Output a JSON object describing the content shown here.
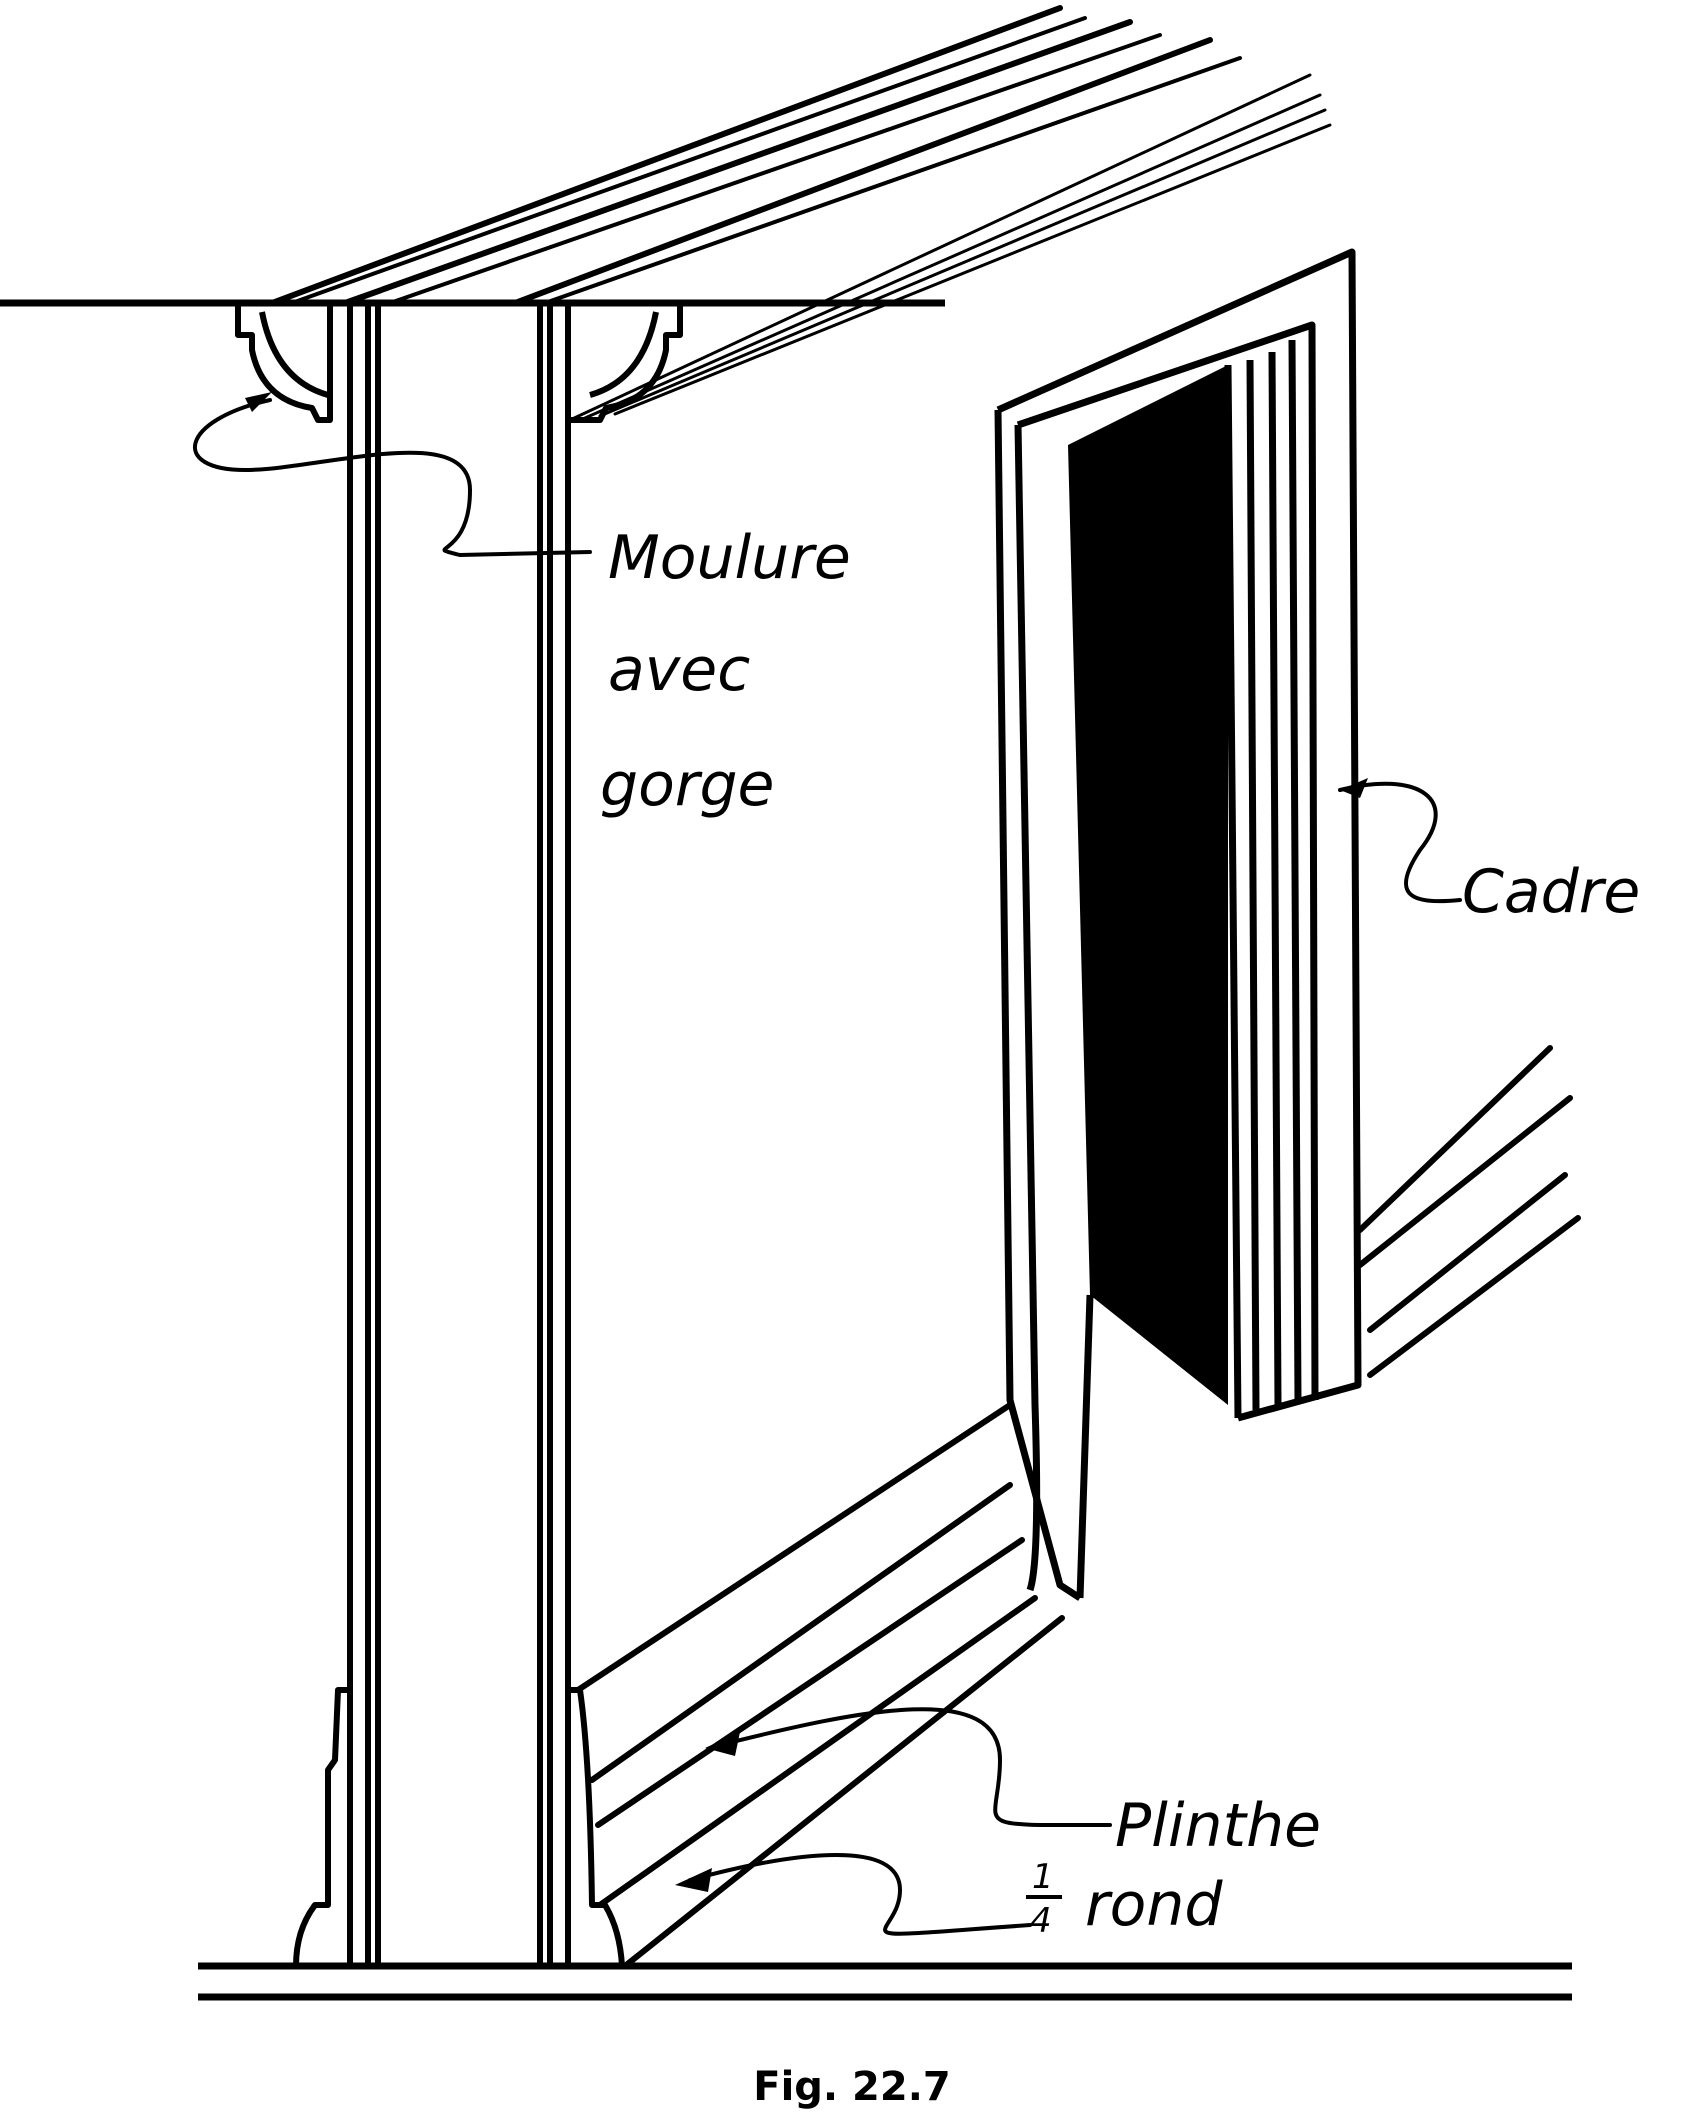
{
  "diagram": {
    "labels": {
      "moulure_line1": "Moulure",
      "moulure_line2": "avec",
      "moulure_line3": "gorge",
      "cadre": "Cadre",
      "plinthe": "Plinthe",
      "quart_numerator": "1",
      "quart_denominator": "4",
      "quart_word": "rond"
    },
    "caption": "Fig. 22.7"
  }
}
